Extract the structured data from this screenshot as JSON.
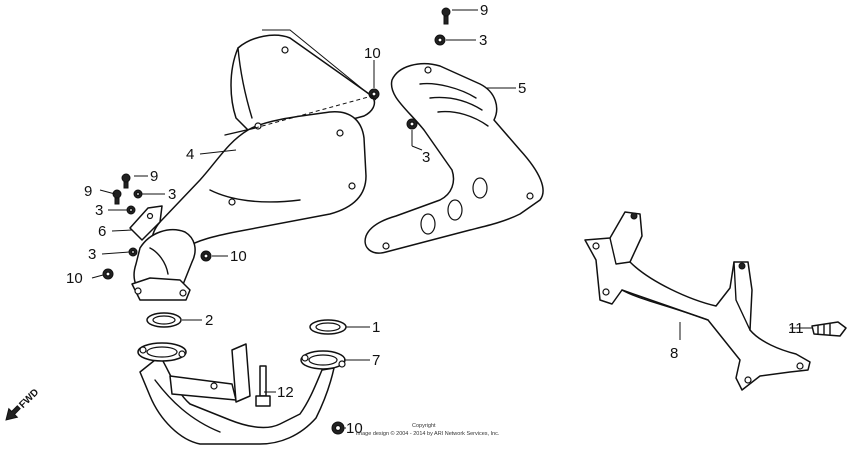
{
  "callouts": {
    "c9_top": "9",
    "c3_top": "3",
    "c10_top": "10",
    "c5": "5",
    "c3_mid": "3",
    "c4": "4",
    "c9_left": "9",
    "c9_left2": "9",
    "c3_left": "3",
    "c3_left2": "3",
    "c6": "6",
    "c3_left3": "3",
    "c10_mid": "10",
    "c10_left": "10",
    "c2": "2",
    "c1": "1",
    "c7": "7",
    "c12": "12",
    "c8": "8",
    "c11": "11",
    "c10_bottom": "10"
  },
  "fwd_label": "FWD",
  "copyright": {
    "line1": "Copyright",
    "line2": "Image design © 2004 - 2014 by ARI Network Services, Inc."
  }
}
